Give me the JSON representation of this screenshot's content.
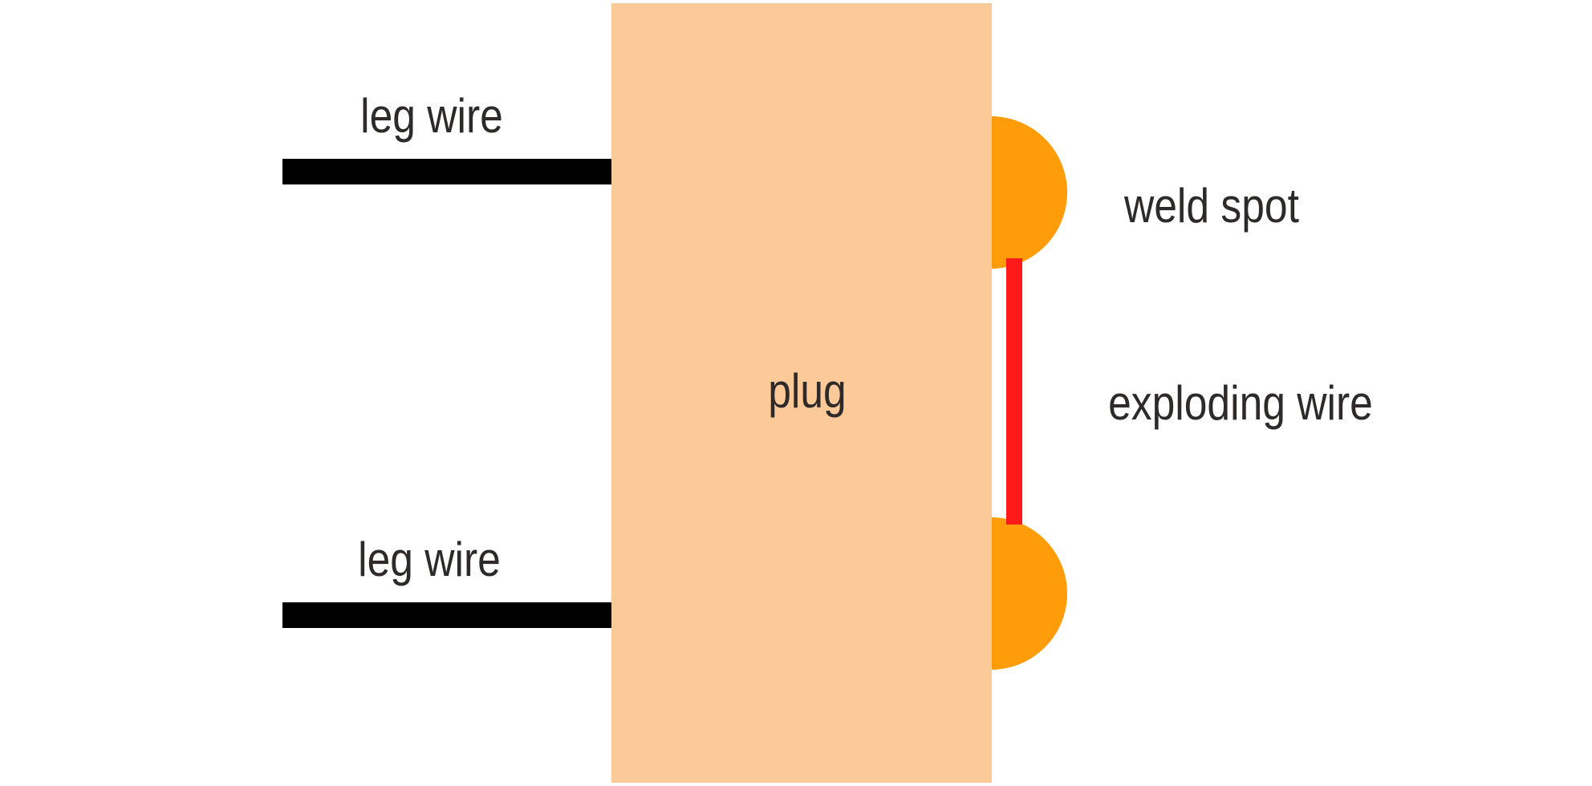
{
  "labels": {
    "leg_wire_top": "leg wire",
    "leg_wire_bottom": "leg wire",
    "plug": "plug",
    "weld_spot": "weld spot",
    "exploding_wire": "exploding wire"
  },
  "colors": {
    "background": "#ffffff",
    "plug": "#fcca98",
    "weld_spot": "#ff9c0a",
    "exploding_wire": "#ff1a1a",
    "leg_wire": "#000000",
    "text": "#2e2a2a"
  }
}
